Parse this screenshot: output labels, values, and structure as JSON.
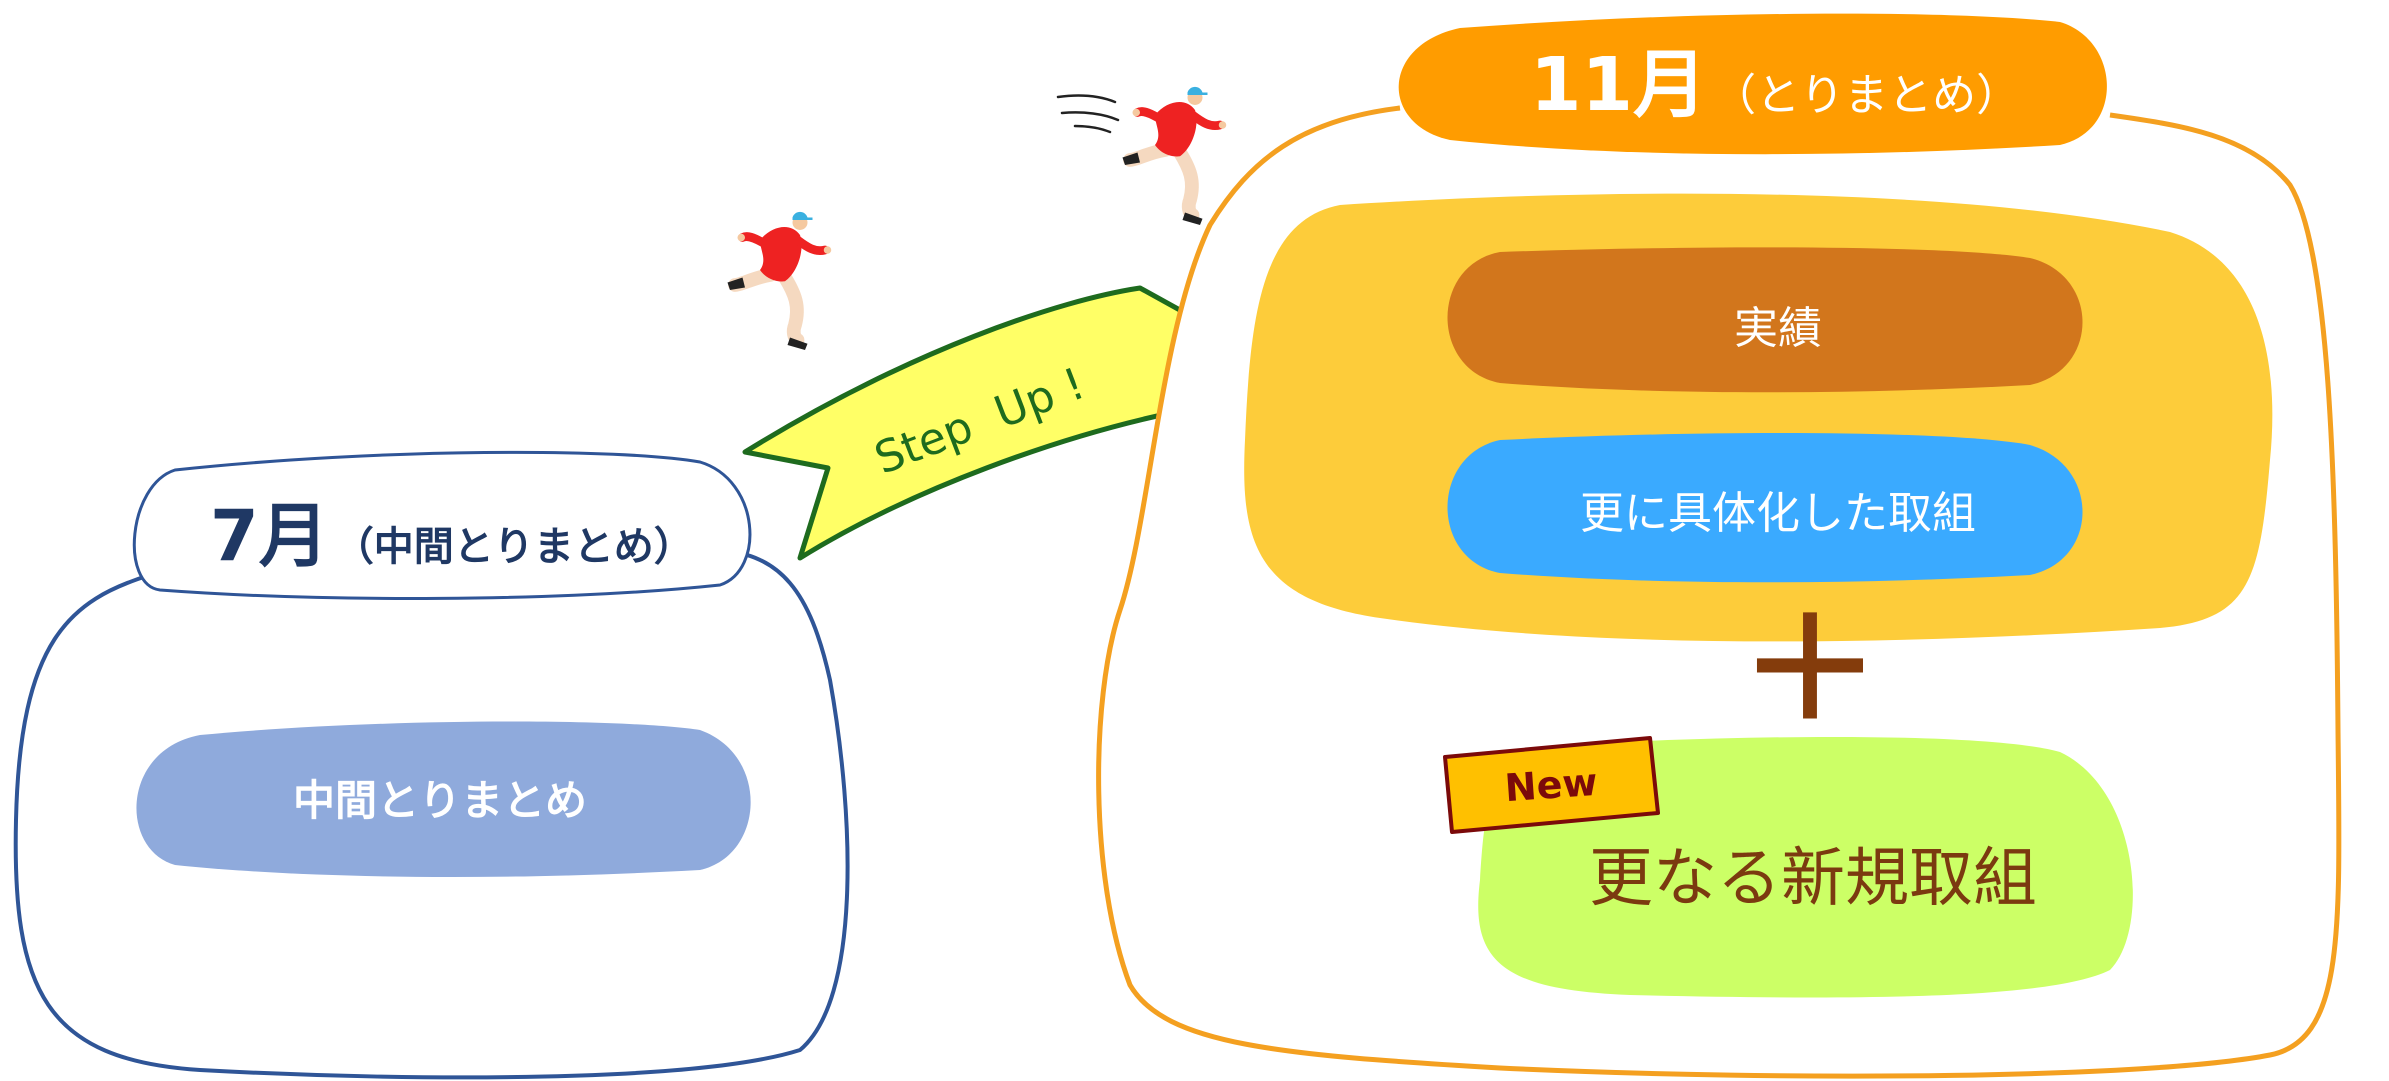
{
  "left": {
    "month_number": "7月",
    "month_sub": "（中間とりまとめ）",
    "pill_label": "中間とりまとめ"
  },
  "banner": {
    "text": "Step  Up !"
  },
  "right": {
    "month_number": "11月",
    "month_sub": "（とりまとめ）",
    "results_label": "実績",
    "concrete_label": "更に具体化した取組",
    "plus_symbol": "＋",
    "new_badge": "New",
    "new_initiative_label": "更なる新規取組"
  },
  "icons": {
    "runner_1": "running-man-icon",
    "runner_2": "running-man-icon",
    "speed_lines": "speed-lines-icon"
  },
  "colors": {
    "left_outline": "#2F5597",
    "left_title_text": "#1F3864",
    "left_pill": "#8FAADC",
    "banner_fill": "#FFFF66",
    "banner_stroke": "#1E6B1E",
    "banner_text": "#1E6B1E",
    "right_outline": "#F4A020",
    "right_title_bg": "#FF9C00",
    "right_inner_bg": "#FDCC3A",
    "results_pill": "#D2761C",
    "concrete_pill": "#3AAAFF",
    "new_initiative_bg": "#CCFF66",
    "new_initiative_text": "#7B3A10",
    "plus_color": "#843C0C",
    "new_badge_bg": "#FFC000",
    "new_badge_text": "#7B0A0A",
    "runner_jacket": "#EE2222",
    "runner_pants": "#F5D9C0",
    "runner_cap": "#3AB0E0"
  }
}
